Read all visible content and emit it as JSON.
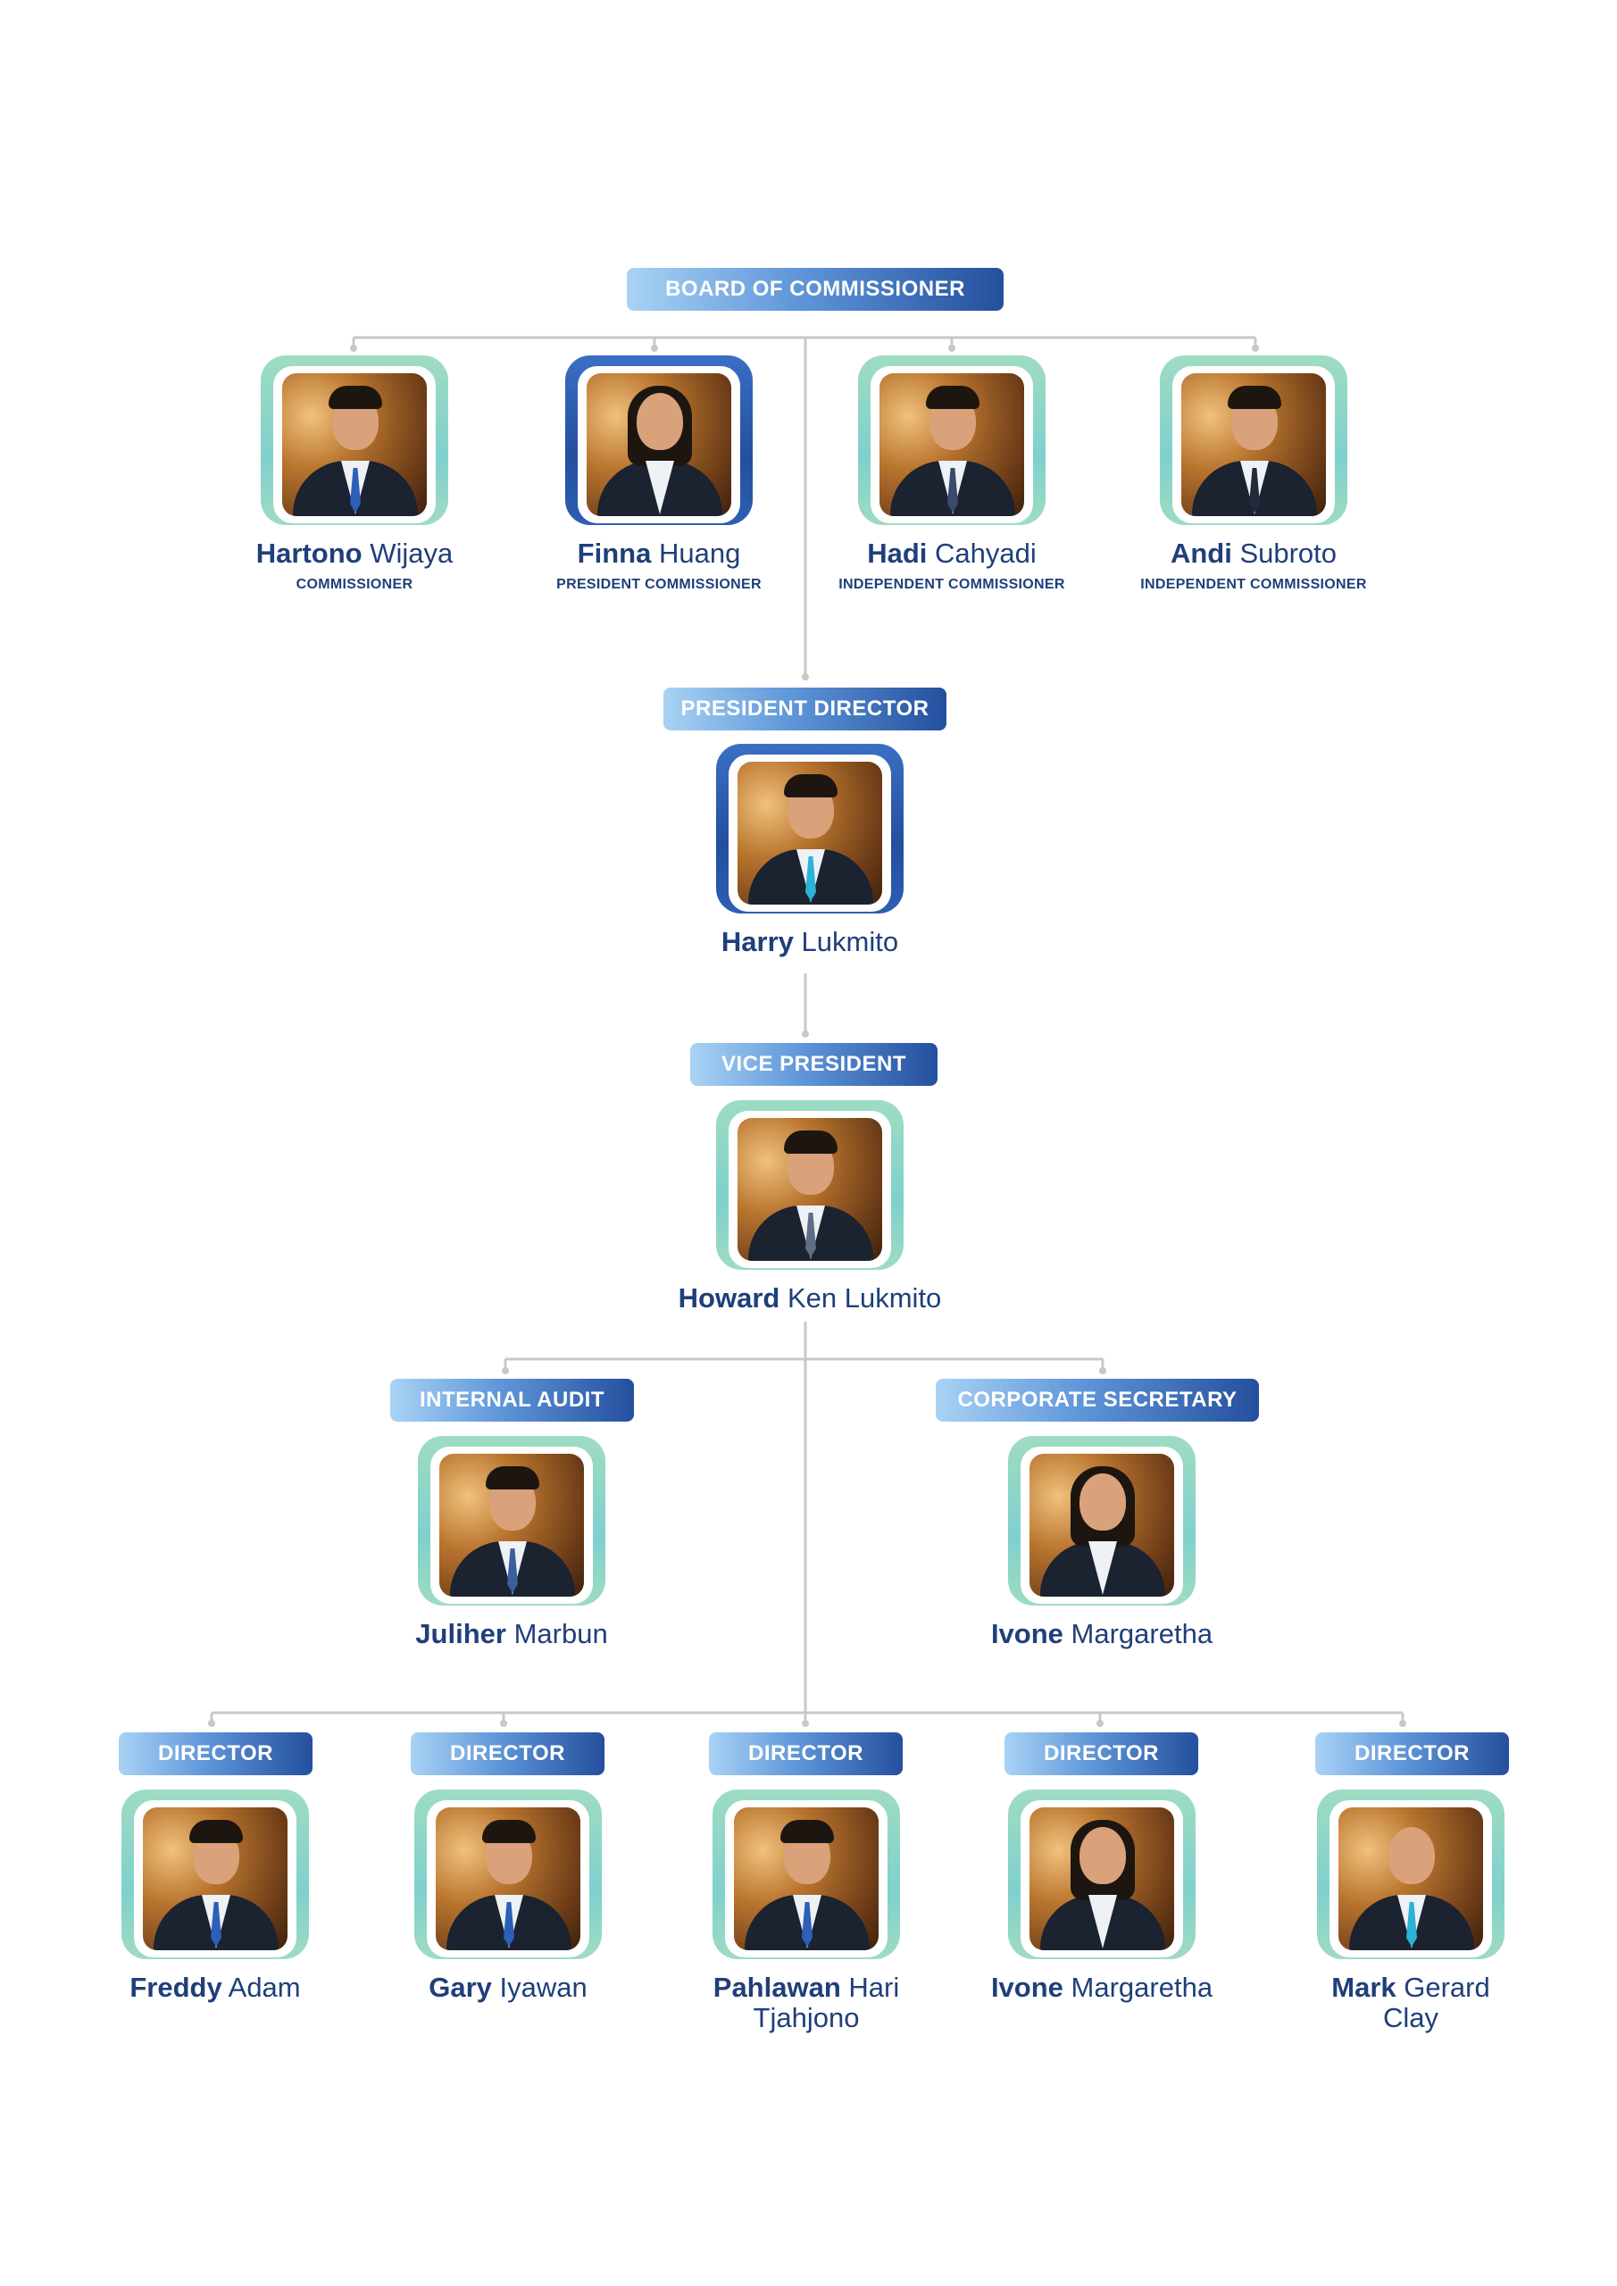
{
  "colors": {
    "navy": "#1f3f7a",
    "accent_blue": "#244f9e",
    "light_blue": "#a9d3f5",
    "mint": "#9fdcc2",
    "connector": "#c8c8c8"
  },
  "board": {
    "label": "BOARD OF COMMISSIONER",
    "members": [
      {
        "first": "Hartono",
        "last": "Wijaya",
        "title": "COMMISSIONER",
        "frame": "green",
        "hair": "short",
        "tie": "#2c5fb8"
      },
      {
        "first": "Finna",
        "last": "Huang",
        "title": "PRESIDENT COMMISSIONER",
        "frame": "blue",
        "hair": "long",
        "tie": ""
      },
      {
        "first": "Hadi",
        "last": "Cahyadi",
        "title": "INDEPENDENT COMMISSIONER",
        "frame": "green",
        "hair": "short",
        "tie": "#3a4a6a"
      },
      {
        "first": "Andi",
        "last": "Subroto",
        "title": "INDEPENDENT COMMISSIONER",
        "frame": "green",
        "hair": "short",
        "tie": "#222a3a"
      }
    ]
  },
  "president_director": {
    "label": "PRESIDENT DIRECTOR",
    "first": "Harry",
    "last": "Lukmito",
    "frame": "blue",
    "hair": "short",
    "tie": "#2bb3d6"
  },
  "vice_president": {
    "label": "VICE PRESIDENT",
    "first": "Howard",
    "last": "Ken Lukmito",
    "frame": "green",
    "hair": "short",
    "tie": "#5d6e86"
  },
  "internal_audit": {
    "label": "INTERNAL AUDIT",
    "first": "Juliher",
    "last": "Marbun",
    "frame": "green",
    "hair": "short",
    "tie": "#3a5f9e"
  },
  "corporate_secretary": {
    "label": "CORPORATE SECRETARY",
    "first": "Ivone",
    "last": "Margaretha",
    "frame": "green",
    "hair": "long",
    "tie": ""
  },
  "directors": [
    {
      "label": "DIRECTOR",
      "first": "Freddy",
      "last": "Adam",
      "line2": "",
      "frame": "green",
      "hair": "short",
      "tie": "#2c5fb8"
    },
    {
      "label": "DIRECTOR",
      "first": "Gary",
      "last": "Iyawan",
      "line2": "",
      "frame": "green",
      "hair": "short",
      "tie": "#2c5fb8"
    },
    {
      "label": "DIRECTOR",
      "first": "Pahlawan",
      "last": "Hari",
      "line2": "Tjahjono",
      "frame": "green",
      "hair": "short",
      "tie": "#2c5fb8"
    },
    {
      "label": "DIRECTOR",
      "first": "Ivone",
      "last": "Margaretha",
      "line2": "",
      "frame": "green",
      "hair": "long",
      "tie": ""
    },
    {
      "label": "DIRECTOR",
      "first": "Mark",
      "last": "Gerard",
      "line2": "Clay",
      "frame": "green",
      "hair": "bald",
      "tie": "#2bb3d6"
    }
  ]
}
